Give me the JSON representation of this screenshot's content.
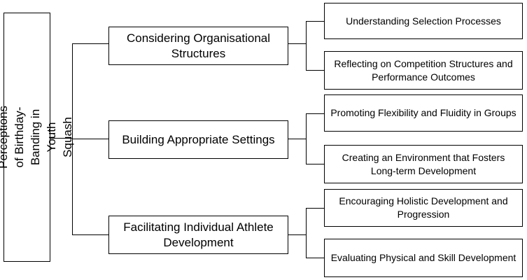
{
  "root": {
    "label": "Coaches Perceptions of Birthday-Banding in Youth Squash"
  },
  "themes": [
    {
      "label": "Considering Organisational Structures",
      "subthemes": [
        "Understanding Selection Processes",
        "Reflecting on Competition Structures and Performance Outcomes"
      ]
    },
    {
      "label": "Building Appropriate Settings",
      "subthemes": [
        "Promoting Flexibility and Fluidity in Groups",
        "Creating an Environment that Fosters Long-term Development"
      ]
    },
    {
      "label": "Facilitating Individual Athlete Development",
      "subthemes": [
        "Encouraging Holistic Development and Progression",
        "Evaluating Physical and Skill Development"
      ]
    }
  ]
}
